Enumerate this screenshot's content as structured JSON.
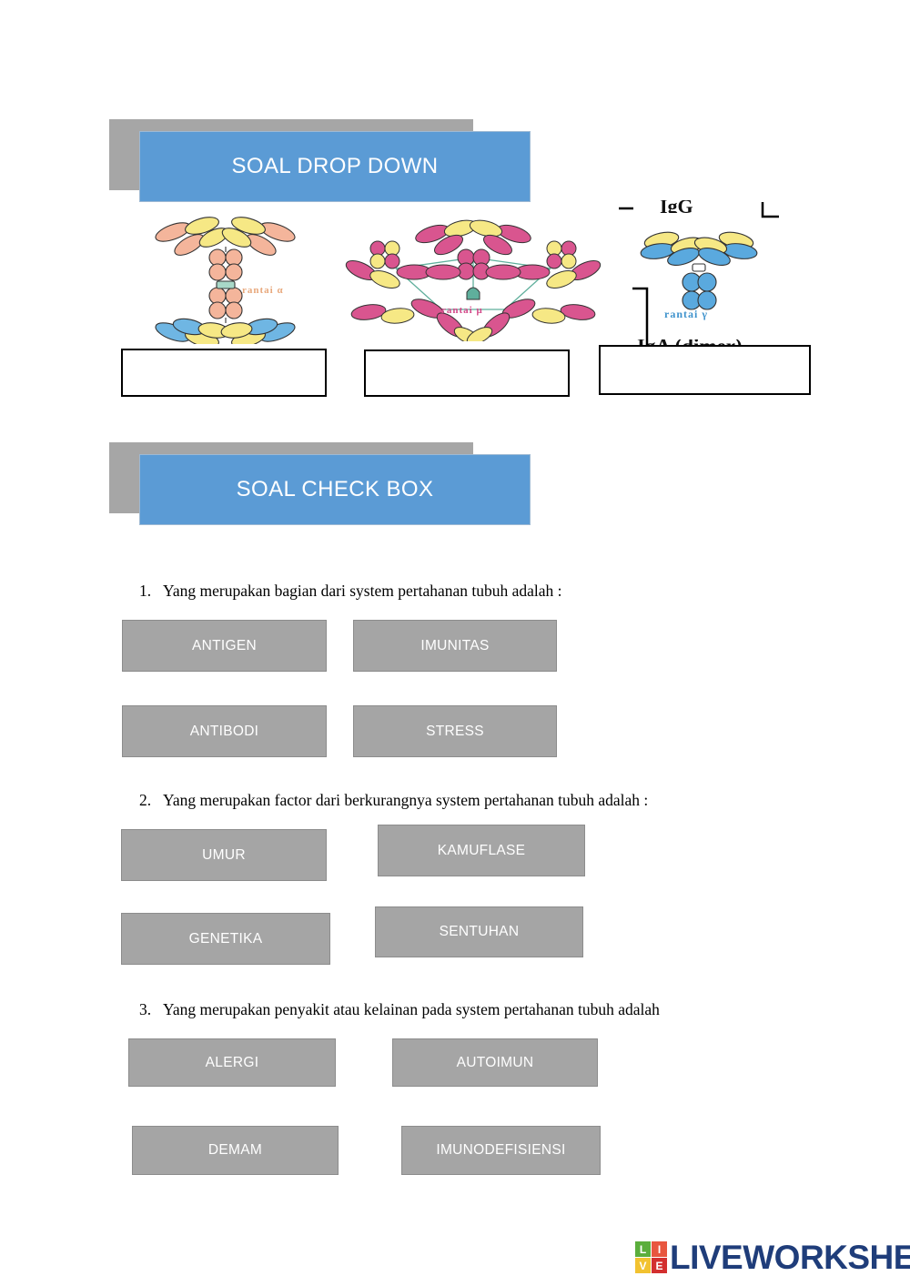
{
  "page": {
    "background": "#ffffff"
  },
  "banners": [
    {
      "id": "dropdown",
      "label": "SOAL DROP DOWN",
      "fill": "#5B9BD5",
      "shadow_fill": "#A6A6A6",
      "text_color": "#ffffff"
    },
    {
      "id": "checkbox",
      "label": "SOAL CHECK BOX",
      "fill": "#5B9BD5",
      "shadow_fill": "#A6A6A6",
      "text_color": "#ffffff"
    }
  ],
  "figures": [
    {
      "id": "iga-dimer",
      "chain_label": "rantai α",
      "chain_label_color": "#E8A87C",
      "colors": [
        "#F2B49A",
        "#F5E27A",
        "#6FB3E0",
        "#8FD4C8"
      ]
    },
    {
      "id": "igm-pentamer",
      "chain_label": "rantai μ",
      "chain_label_color": "#D44A8A",
      "colors": [
        "#D9558F",
        "#F5E27A",
        "#5FAF9C"
      ]
    },
    {
      "id": "igg-monomer",
      "chain_label": "rantai γ",
      "chain_label_color": "#3E92CC",
      "cropped_caption": "IgA (dimer)",
      "colors": [
        "#5AA9DE",
        "#F5E27A"
      ]
    }
  ],
  "dropdown_answers": [
    {
      "id": "dd-1",
      "value": "",
      "placeholder": ""
    },
    {
      "id": "dd-2",
      "value": "",
      "placeholder": ""
    },
    {
      "id": "dd-3",
      "value": "",
      "placeholder": ""
    }
  ],
  "questions": [
    {
      "number": "1.",
      "text": "Yang merupakan bagian dari system pertahanan tubuh adalah :",
      "options": [
        {
          "label": "ANTIGEN",
          "checked": false
        },
        {
          "label": "IMUNITAS",
          "checked": false
        },
        {
          "label": "ANTIBODI",
          "checked": false
        },
        {
          "label": "STRESS",
          "checked": false
        }
      ]
    },
    {
      "number": "2.",
      "text": "Yang merupakan factor dari berkurangnya system pertahanan tubuh adalah :",
      "options": [
        {
          "label": "UMUR",
          "checked": false
        },
        {
          "label": "KAMUFLASE",
          "checked": false
        },
        {
          "label": "GENETIKA",
          "checked": false
        },
        {
          "label": "SENTUHAN",
          "checked": false
        }
      ]
    },
    {
      "number": "3.",
      "text": "Yang merupakan penyakit atau kelainan pada system pertahanan tubuh adalah",
      "options": [
        {
          "label": "ALERGI",
          "checked": false
        },
        {
          "label": "AUTOIMUN",
          "checked": false
        },
        {
          "label": "DEMAM",
          "checked": false
        },
        {
          "label": "IMUNODEFISIENSI",
          "checked": false
        }
      ]
    }
  ],
  "option_style": {
    "fill": "#A5A5A5",
    "border": "#8C8C8C",
    "text_color": "#ffffff"
  },
  "logo": {
    "word": "LIVEWORKSHEETS",
    "word_color": "#1F3D7A",
    "badge": [
      {
        "letter": "L",
        "color": "#5BAE3C"
      },
      {
        "letter": "I",
        "color": "#E8563F"
      },
      {
        "letter": "V",
        "color": "#F2C230"
      },
      {
        "letter": "E",
        "color": "#D32F2F"
      }
    ]
  }
}
